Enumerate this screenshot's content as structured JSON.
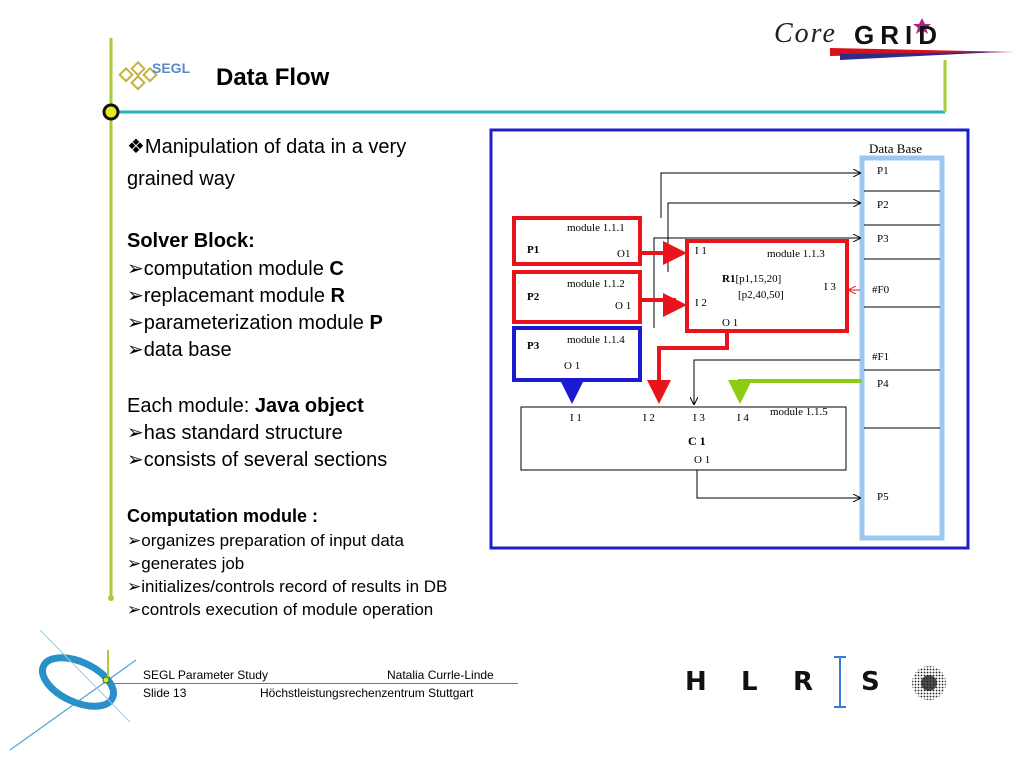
{
  "header": {
    "title": "Data Flow",
    "segl_logo_text": "SEGL",
    "coregrid_logo_text_left": "Core",
    "coregrid_logo_text_right": "GRID"
  },
  "content": {
    "bullet_intro_line1": "❖Manipulation of data in a very",
    "bullet_intro_line2": "grained way",
    "solver_heading": "Solver Block:",
    "solver_items": [
      {
        "prefix": "➢computation module ",
        "strong": "C"
      },
      {
        "prefix": "➢replacemant module ",
        "strong": "R"
      },
      {
        "prefix": "➢parameterization module ",
        "strong": "P"
      },
      {
        "prefix": "➢data base",
        "strong": ""
      }
    ],
    "each_module_prefix": "Each module: ",
    "each_module_strong": "Java object",
    "each_module_items": [
      "➢has standard structure",
      "➢consists of several sections"
    ],
    "computation_heading": "Computation module :",
    "computation_items": [
      "➢organizes preparation of input data",
      "➢generates job",
      "➢initializes/controls record of results in DB",
      "➢controls execution of module operation"
    ]
  },
  "diagram": {
    "database_label": "Data Base",
    "db_entries": [
      "P1",
      "P2",
      "P3",
      "#F0",
      "#F1",
      "P4",
      "P5"
    ],
    "module_111": {
      "name": "module 1.1.1",
      "p": "P1",
      "o": "O1"
    },
    "module_112": {
      "name": "module 1.1.2",
      "p": "P2",
      "o": "O 1"
    },
    "module_114": {
      "name": "module 1.1.4",
      "p": "P3",
      "o": "O 1"
    },
    "module_113": {
      "name": "module 1.1.3",
      "i1": "I 1",
      "i2": "I 2",
      "i3": "I 3",
      "o": "O 1",
      "r_label": "R1",
      "r_params1": "[p1,15,20]",
      "r_params2": "[p2,40,50]"
    },
    "module_115": {
      "name": "module 1.1.5",
      "c_label": "C 1",
      "inputs": [
        "I 1",
        "I 2",
        "I 3",
        "I 4"
      ],
      "o": "O 1"
    },
    "colors": {
      "red": "#e8141c",
      "blue": "#1a1ad0",
      "green": "#8ccd14",
      "light_blue": "#9cc8f0",
      "frame": "#1f1fc8"
    }
  },
  "footer": {
    "study": "SEGL Parameter Study",
    "author": "Natalia Currle-Linde",
    "slide": "Slide 13",
    "institution": "Höchstleistungsrechenzentrum Stuttgart",
    "hlrs_letters": [
      "H",
      "L",
      "R",
      "S"
    ]
  }
}
